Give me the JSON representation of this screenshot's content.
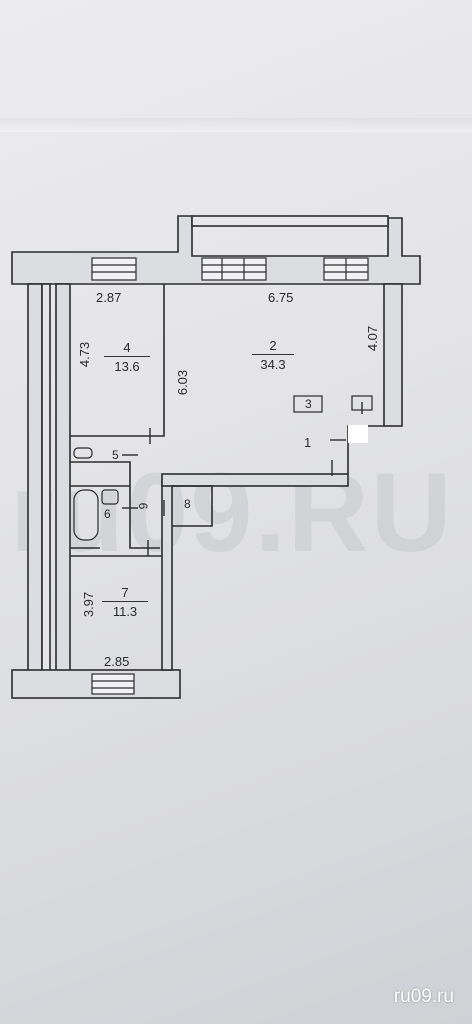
{
  "rooms": [
    {
      "number": "1",
      "area": ""
    },
    {
      "number": "2",
      "area": "34.3"
    },
    {
      "number": "3",
      "area": ""
    },
    {
      "number": "4",
      "area": "13.6"
    },
    {
      "number": "5",
      "area": ""
    },
    {
      "number": "6",
      "area": ""
    },
    {
      "number": "7",
      "area": "11.3"
    },
    {
      "number": "8",
      "area": ""
    },
    {
      "number": "9",
      "area": ""
    }
  ],
  "dimensions": {
    "room4_width": "2.87",
    "room4_depth": "4.73",
    "room2_width": "6.75",
    "room2_depth": "4.07",
    "hall_length": "6.03",
    "room7_depth": "3.97",
    "room7_width": "2.85"
  },
  "watermark": "ru09.RU",
  "credit": "ru09.ru",
  "colors": {
    "paper": "#e6e6e9",
    "wall_line": "#2c2c2c",
    "wall_fill": "#dcdde1",
    "credit": "#ffffff"
  }
}
